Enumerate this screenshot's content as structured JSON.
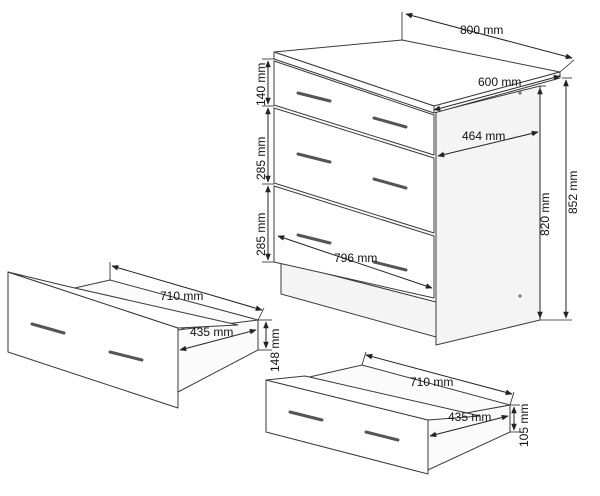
{
  "dimensions": {
    "cabinet_width": "800 mm",
    "cabinet_depth": "600 mm",
    "inner_depth": "464 mm",
    "inner_height": "820 mm",
    "total_height": "852 mm",
    "top_drawer_height": "140 mm",
    "middle_drawer_height": "285 mm",
    "bottom_drawer_height": "285 mm",
    "front_width": "796 mm",
    "large_drawer_length": "710 mm",
    "large_drawer_width": "435 mm",
    "large_drawer_height": "148 mm",
    "small_drawer_length": "710 mm",
    "small_drawer_width": "435 mm",
    "small_drawer_height": "105 mm"
  },
  "colors": {
    "line": "#3a3a3a",
    "handle": "#555555",
    "background": "#ffffff"
  }
}
